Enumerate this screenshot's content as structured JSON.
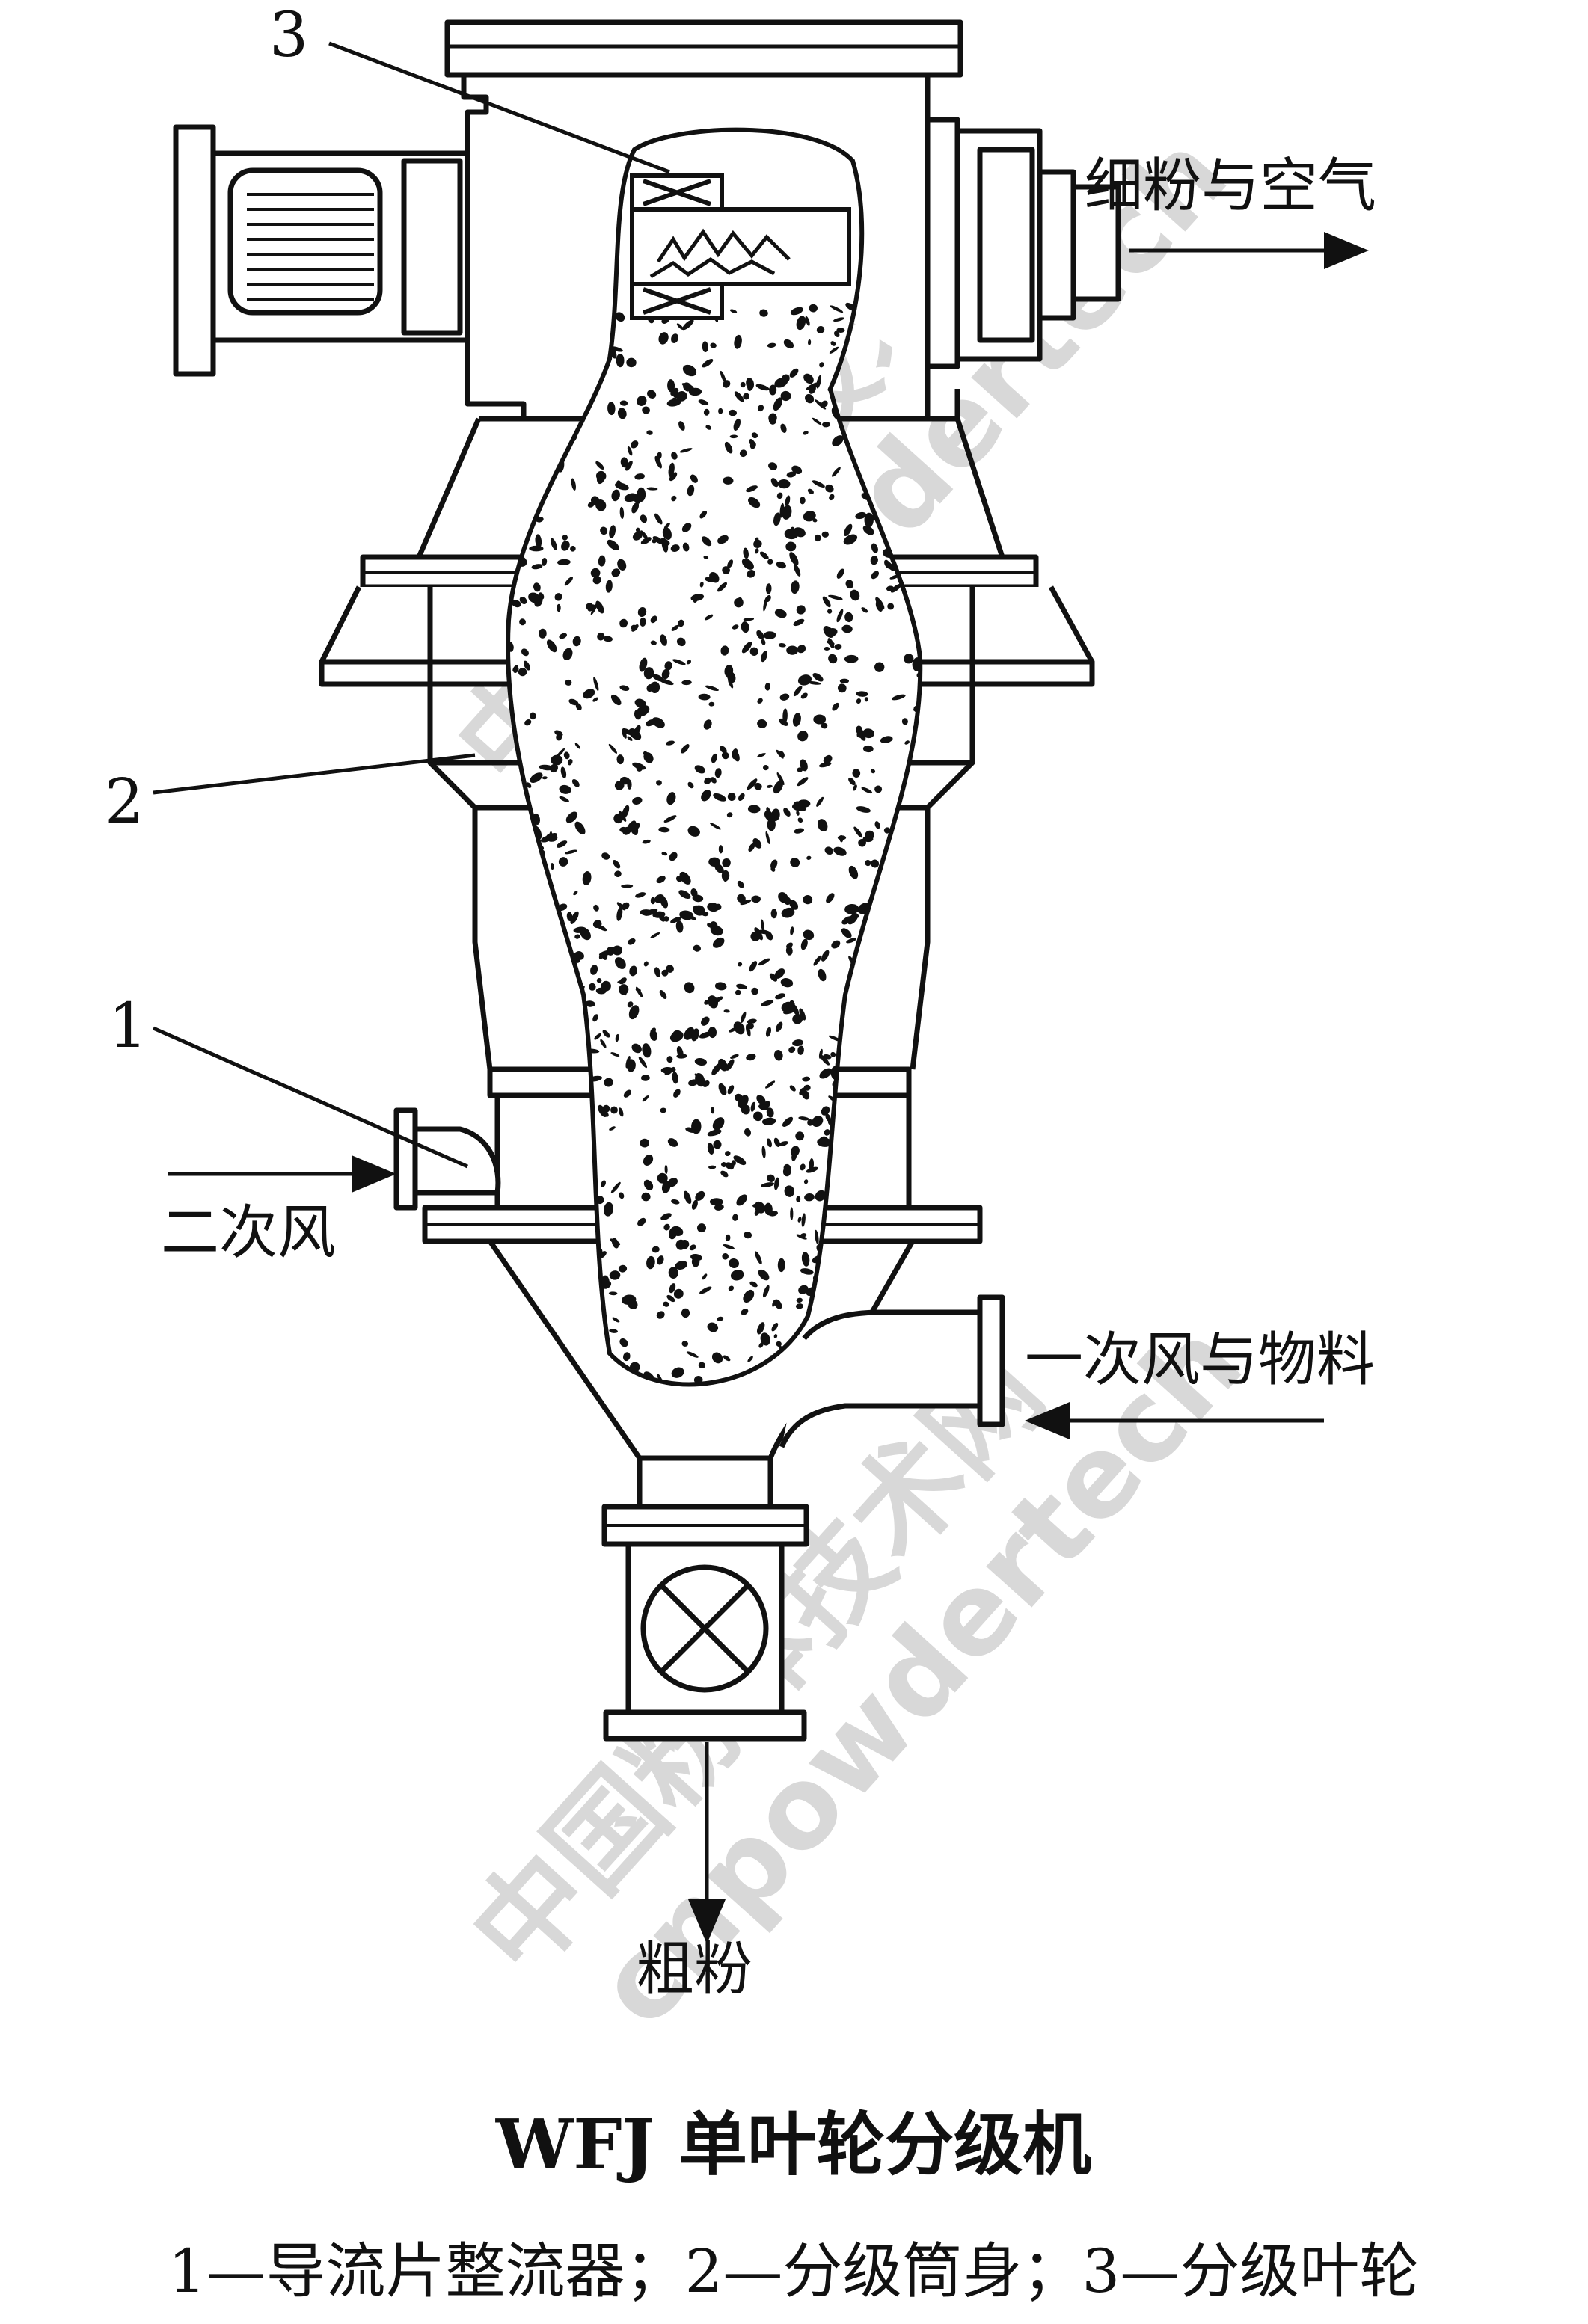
{
  "labels": {
    "fine_outlet": "细粉与空气",
    "secondary_air": "二次风",
    "primary_air": "一次风与物料",
    "coarse_outlet": "粗粉",
    "part1": "1",
    "part2": "2",
    "part3": "3"
  },
  "caption": {
    "title": "WFJ 单叶轮分级机",
    "legend": "1—导流片整流器；2—分级筒身；3—分级叶轮"
  },
  "watermark": {
    "cn": "中国粉体技术网",
    "en": "cnpowdertech"
  },
  "colors": {
    "line": "#111111",
    "background": "#ffffff",
    "watermark": "#d8d8d8"
  }
}
